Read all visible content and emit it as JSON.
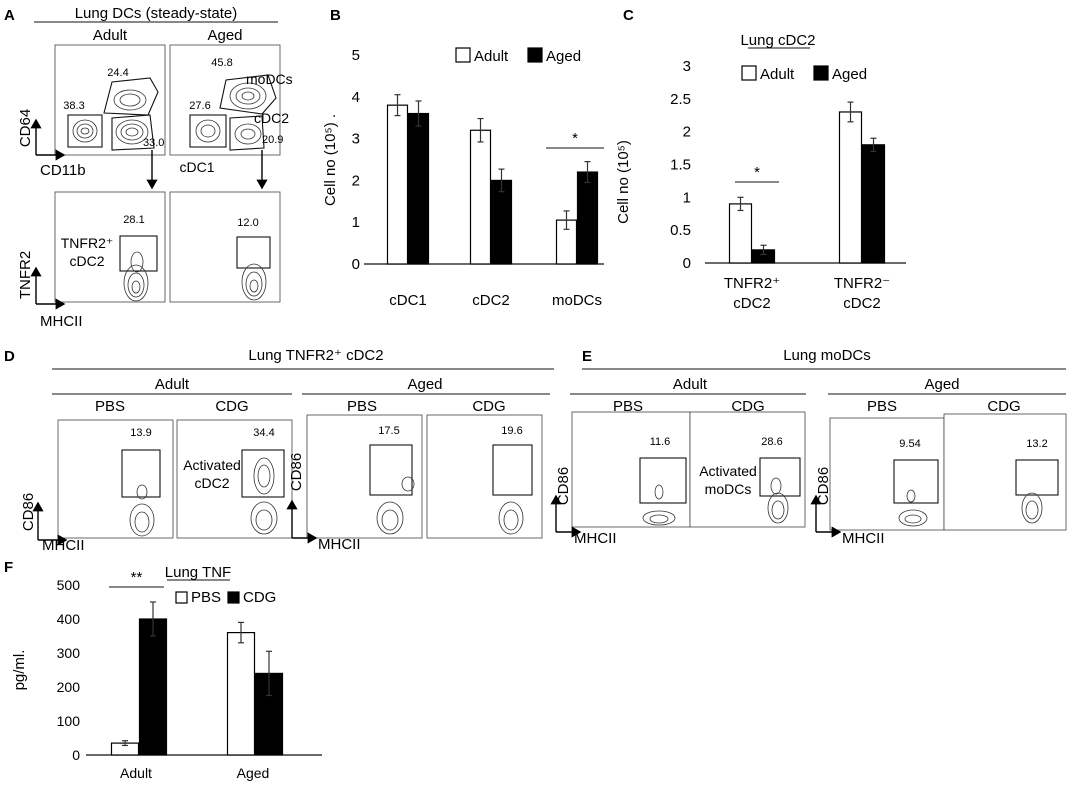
{
  "panel_letters": {
    "a": "A",
    "b": "B",
    "c": "C",
    "d": "D",
    "e": "E",
    "f": "F"
  },
  "panel_a": {
    "title": "Lung DCs (steady-state)",
    "col_adult": "Adult",
    "col_aged": "Aged",
    "y_top": "CD64",
    "x_top": "CD11b",
    "y_bottom": "TNFR2",
    "x_bottom": "MHCII",
    "adult_top": {
      "g_upper": "24.4",
      "g_left": "38.3",
      "g_right": "33.0"
    },
    "aged_top": {
      "g_upper": "45.8",
      "g_left": "27.6",
      "g_right": "20.9",
      "label_upper": "moDCs",
      "label_right": "cDC2",
      "label_left": "cDC1"
    },
    "adult_bottom": {
      "gate": "28.1",
      "label_line1": "TNFR2⁺",
      "label_line2": "cDC2"
    },
    "aged_bottom": {
      "gate": "12.0"
    }
  },
  "panel_d": {
    "title": "Lung TNFR2⁺ cDC2",
    "group_adult": "Adult",
    "group_aged": "Aged",
    "cond_pbs": "PBS",
    "cond_cdg": "CDG",
    "values": [
      "13.9",
      "34.4",
      "17.5",
      "19.6"
    ],
    "label_line1": "Activated",
    "label_line2": "cDC2",
    "y_axis": "CD86",
    "x_axis": "MHCII"
  },
  "panel_e": {
    "title": "Lung moDCs",
    "group_adult": "Adult",
    "group_aged": "Aged",
    "cond_pbs": "PBS",
    "cond_cdg": "CDG",
    "values": [
      "11.6",
      "28.6",
      "9.54",
      "13.2"
    ],
    "label_line1": "Activated",
    "label_line2": "moDCs",
    "y_axis": "CD86",
    "x_axis": "MHCII"
  },
  "chart_data": [
    {
      "panel": "B",
      "type": "bar",
      "title": "",
      "categories": [
        "cDC1",
        "cDC2",
        "moDCs"
      ],
      "series": [
        {
          "name": "Adult",
          "values": [
            3.8,
            3.2,
            1.05
          ],
          "errors": [
            0.25,
            0.28,
            0.22
          ],
          "color": "#ffffff"
        },
        {
          "name": "Aged",
          "values": [
            3.6,
            2.0,
            2.2
          ],
          "errors": [
            0.3,
            0.27,
            0.25
          ],
          "color": "#000000"
        }
      ],
      "ylabel": "Cell no (10⁵) .",
      "ylim": [
        0,
        5
      ],
      "yticks": [
        "0",
        "1",
        "2",
        "3",
        "4",
        "5"
      ],
      "significance": [
        {
          "category": "moDCs",
          "label": "*"
        }
      ],
      "legend": "top-right",
      "grid": false
    },
    {
      "panel": "C",
      "type": "bar",
      "title": "Lung cDC2",
      "categories_line1": [
        "TNFR2⁺",
        "TNFR2⁻"
      ],
      "categories_line2": [
        "cDC2",
        "cDC2"
      ],
      "series": [
        {
          "name": "Adult",
          "values": [
            0.9,
            2.3
          ],
          "errors": [
            0.1,
            0.15
          ],
          "color": "#ffffff"
        },
        {
          "name": "Aged",
          "values": [
            0.2,
            1.8
          ],
          "errors": [
            0.07,
            0.1
          ],
          "color": "#000000"
        }
      ],
      "ylabel": "Cell no (10⁵)",
      "ylim": [
        0,
        3
      ],
      "yticks": [
        "0",
        "0.5",
        "1",
        "1.5",
        "2",
        "2.5",
        "3"
      ],
      "significance": [
        {
          "category": "TNFR2⁺ cDC2",
          "label": "*"
        }
      ],
      "legend": "top-right",
      "grid": false
    },
    {
      "panel": "F",
      "type": "bar",
      "title": "Lung TNF",
      "categories": [
        "Adult",
        "Aged"
      ],
      "series": [
        {
          "name": "PBS",
          "values": [
            35,
            360
          ],
          "errors": [
            7,
            30
          ],
          "color": "#ffffff"
        },
        {
          "name": "CDG",
          "values": [
            400,
            240
          ],
          "errors": [
            50,
            65
          ],
          "color": "#000000"
        }
      ],
      "ylabel": "pg/ml.",
      "ylim": [
        0,
        500
      ],
      "yticks": [
        "0",
        "100",
        "200",
        "300",
        "400",
        "500"
      ],
      "significance": [
        {
          "category": "Adult",
          "label": "**"
        }
      ],
      "legend": "top-right",
      "grid": false
    }
  ]
}
